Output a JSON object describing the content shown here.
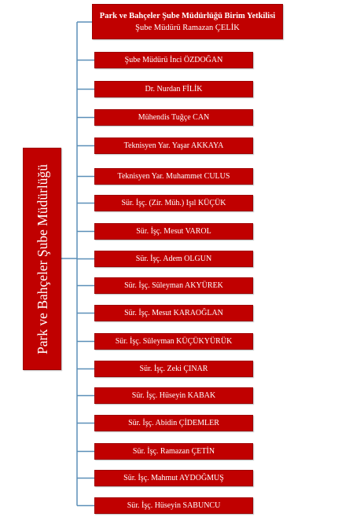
{
  "department": {
    "label": "Park ve Bahçeler Şube Müdürlüğü"
  },
  "head": {
    "title": "Park ve Bahçeler Şube Müdürlüğü Birim Yetkilisi",
    "name": "Şube Müdürü Ramazan ÇELİK"
  },
  "staff": [
    "Şube Müdürü İnci ÖZDOĞAN",
    "Dr. Nurdan FİLİK",
    "Mühendis Tuğçe CAN",
    "Teknisyen Yar. Yaşar AKKAYA",
    "Teknisyen Yar. Muhammet CULUS",
    "Sür. İşç. (Zir. Müh.) Işıl KÜÇÜK",
    "Sür. İşç. Mesut VAROL",
    "Sür. İşç. Adem OLGUN",
    "Sür. İşç. Süleyman AKYÜREK",
    "Sür. İşç. Mesut KARAOĞLAN",
    "Sür. İşç. Süleyman KÜÇÜKYÜRÜK",
    "Sür. İşç. Zeki ÇINAR",
    "Sür. İşç. Hüseyin KABAK",
    "Sür. İşç. Abidin ÇİDEMLER",
    "Sür. İşç. Ramazan ÇETİN",
    "Sür. İşç. Mahmut AYDOĞMUŞ",
    "Sür. İşç. Hüseyin SABUNCU"
  ],
  "colors": {
    "box_fill": "#c00000",
    "box_text": "#ffffff",
    "connector": "#5b8fb8"
  }
}
